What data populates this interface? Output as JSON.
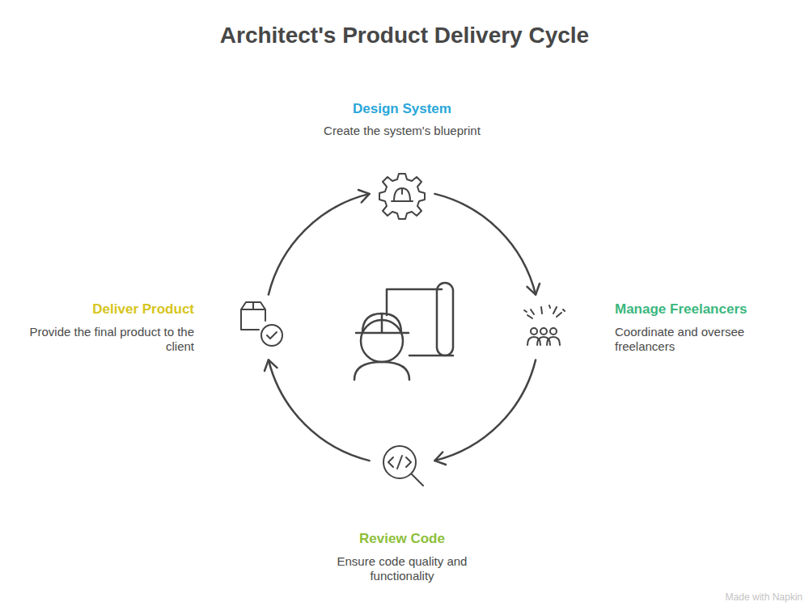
{
  "diagram": {
    "title": "Architect's Product Delivery Cycle",
    "nodes": [
      {
        "text": [
          "Design System",
          "Create the system's blueprint"
        ]
      },
      {
        "text": [
          "Manage Freelancers",
          "Coordinate and oversee freelancers"
        ]
      },
      {
        "text": [
          "Review Code",
          "Ensure code quality and functionality"
        ]
      },
      {
        "text": [
          "Deliver Product",
          "Provide the final product to the client"
        ]
      }
    ],
    "edges": [
      {
        "from": 0,
        "to": 1,
        "arrow": "to"
      },
      {
        "from": 1,
        "to": 2,
        "arrow": "to"
      },
      {
        "from": 2,
        "to": 3,
        "arrow": "to"
      },
      {
        "from": 3,
        "to": 0,
        "arrow": "to"
      }
    ],
    "labels": [
      "Made with Napkin"
    ]
  }
}
